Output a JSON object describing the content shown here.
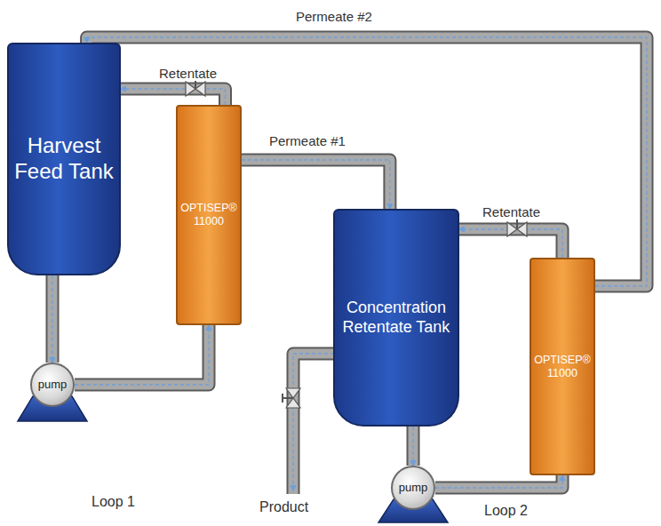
{
  "diagram": {
    "nodes": [
      {
        "text": [
          "Harvest Feed Tank"
        ]
      },
      {
        "text": [
          "OPTISEP® 11000"
        ]
      },
      {
        "text": [
          "Concentration Retentate Tank"
        ]
      },
      {
        "text": [
          "OPTISEP® 11000"
        ]
      },
      {
        "text": [
          "pump"
        ]
      },
      {
        "text": [
          "pump"
        ]
      }
    ],
    "edges": [
      {
        "from": 0,
        "to": 4,
        "arrow": "to"
      },
      {
        "from": 4,
        "to": 1,
        "arrow": "to"
      },
      {
        "from": 1,
        "to": 0,
        "label": "Retentate",
        "arrow": "to"
      },
      {
        "from": 1,
        "to": 2,
        "label": "Permeate #1",
        "arrow": "to"
      },
      {
        "from": 2,
        "to": 5,
        "arrow": "to"
      },
      {
        "from": 5,
        "to": 3,
        "arrow": "to"
      },
      {
        "from": 3,
        "to": 2,
        "label": "Retentate",
        "arrow": "to"
      },
      {
        "from": 3,
        "to": 0,
        "label": "Permeate #2",
        "arrow": "to"
      }
    ],
    "labels": [
      "Product",
      "Loop 1",
      "Loop 2"
    ]
  }
}
